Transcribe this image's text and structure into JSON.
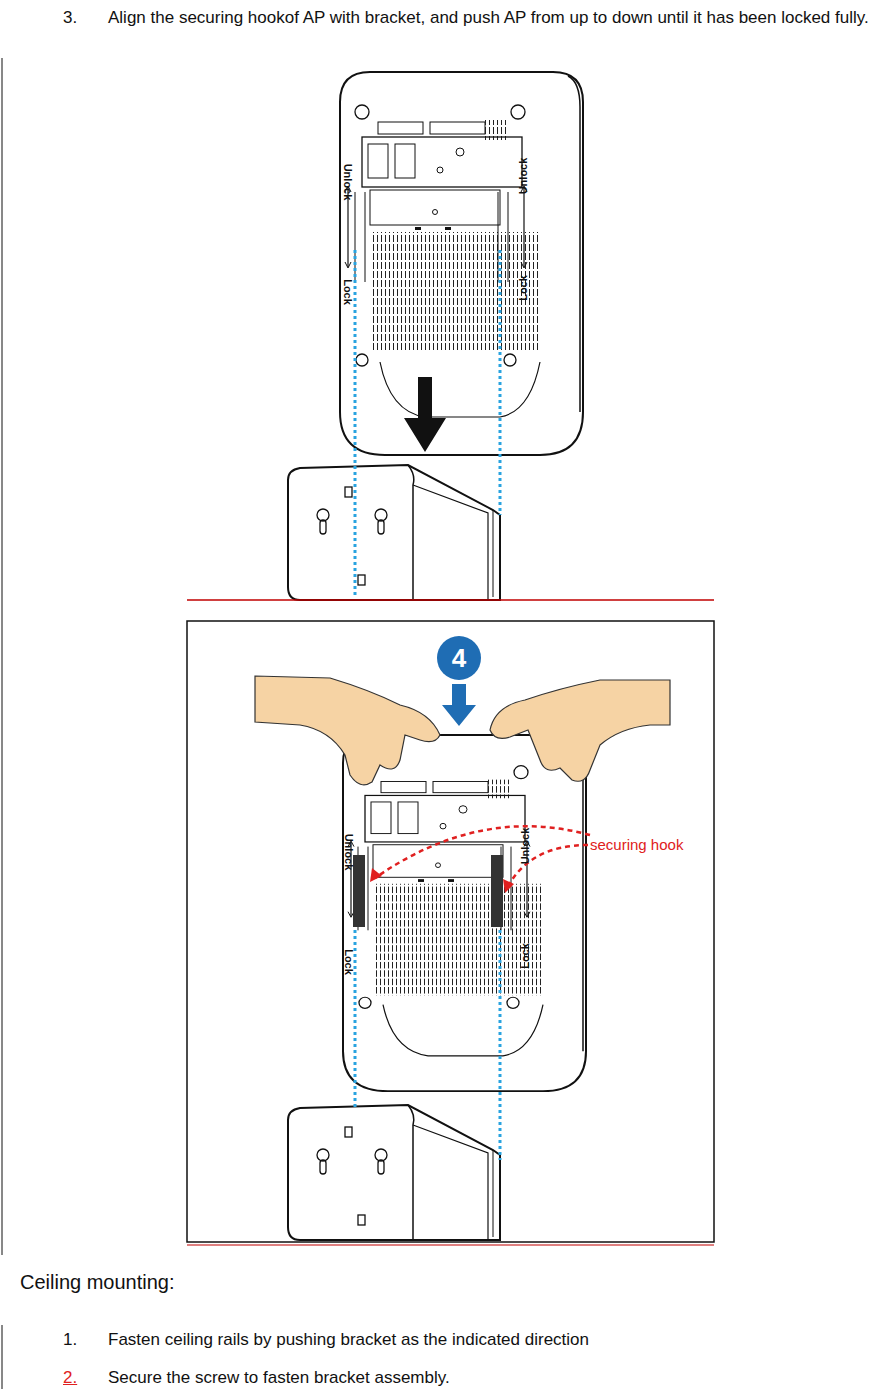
{
  "diagram": {
    "nodes": [
      {
        "text": [
          "4"
        ]
      }
    ],
    "labels": [
      "3.",
      "Align the securing hookof AP with bracket, and push AP from up to down until it has been locked fully.",
      "Unlock",
      "Lock",
      "Unlock",
      "Lock",
      "Unlock",
      "Lock",
      "Unlock",
      "Lock",
      "securing hook",
      "Ceiling mounting:",
      "1.",
      "Fasten ceiling rails by pushing bracket as the indicated direction",
      "2.",
      "Secure the screw to fasten bracket assembly."
    ]
  }
}
